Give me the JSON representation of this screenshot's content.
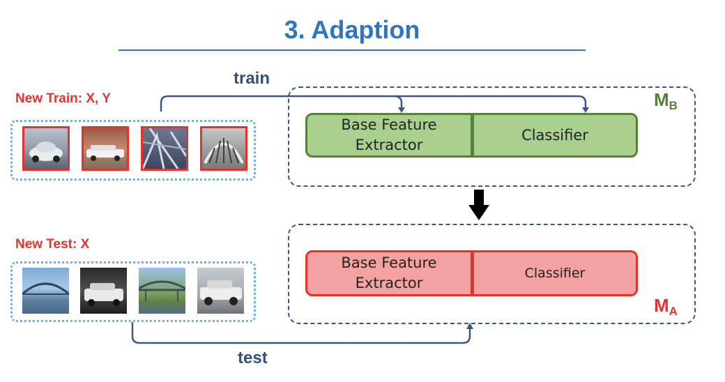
{
  "title": "3. Adaption",
  "train_set": {
    "label": "New Train: X, Y",
    "image_count": 4
  },
  "test_set": {
    "label": "New Test: X",
    "image_count": 4
  },
  "flows": {
    "train": "train",
    "test": "test"
  },
  "model_b": {
    "name": "M",
    "subscript": "B",
    "blocks": [
      "Base Feature Extractor",
      "Classifier"
    ],
    "color": "#A9D08E"
  },
  "model_a": {
    "name": "M",
    "subscript": "A",
    "blocks": [
      "Base Feature Extractor",
      "Classifier"
    ],
    "color": "#F4A1A1"
  },
  "colors": {
    "title": "#2E74C0",
    "label_red": "#E5322D",
    "flow": "#34507E",
    "dotted_box": "#5BB6E8",
    "model_border": "#3B5587"
  }
}
